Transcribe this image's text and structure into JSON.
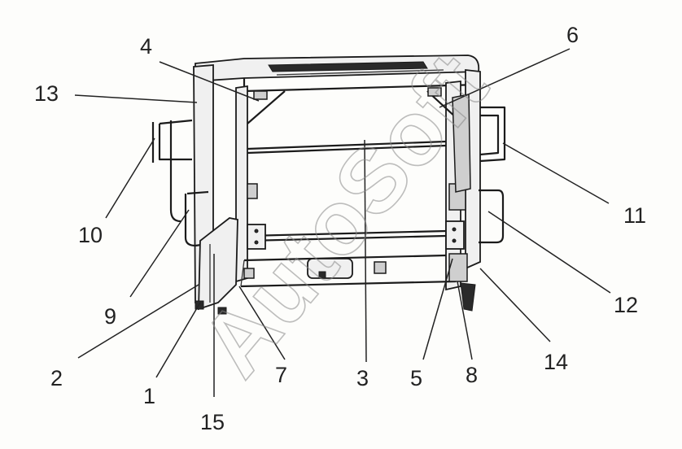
{
  "watermark": "AutoSoft",
  "part_labels": [
    "1",
    "2",
    "3",
    "4",
    "5",
    "6",
    "7",
    "8",
    "9",
    "10",
    "11",
    "12",
    "13",
    "14",
    "15"
  ]
}
